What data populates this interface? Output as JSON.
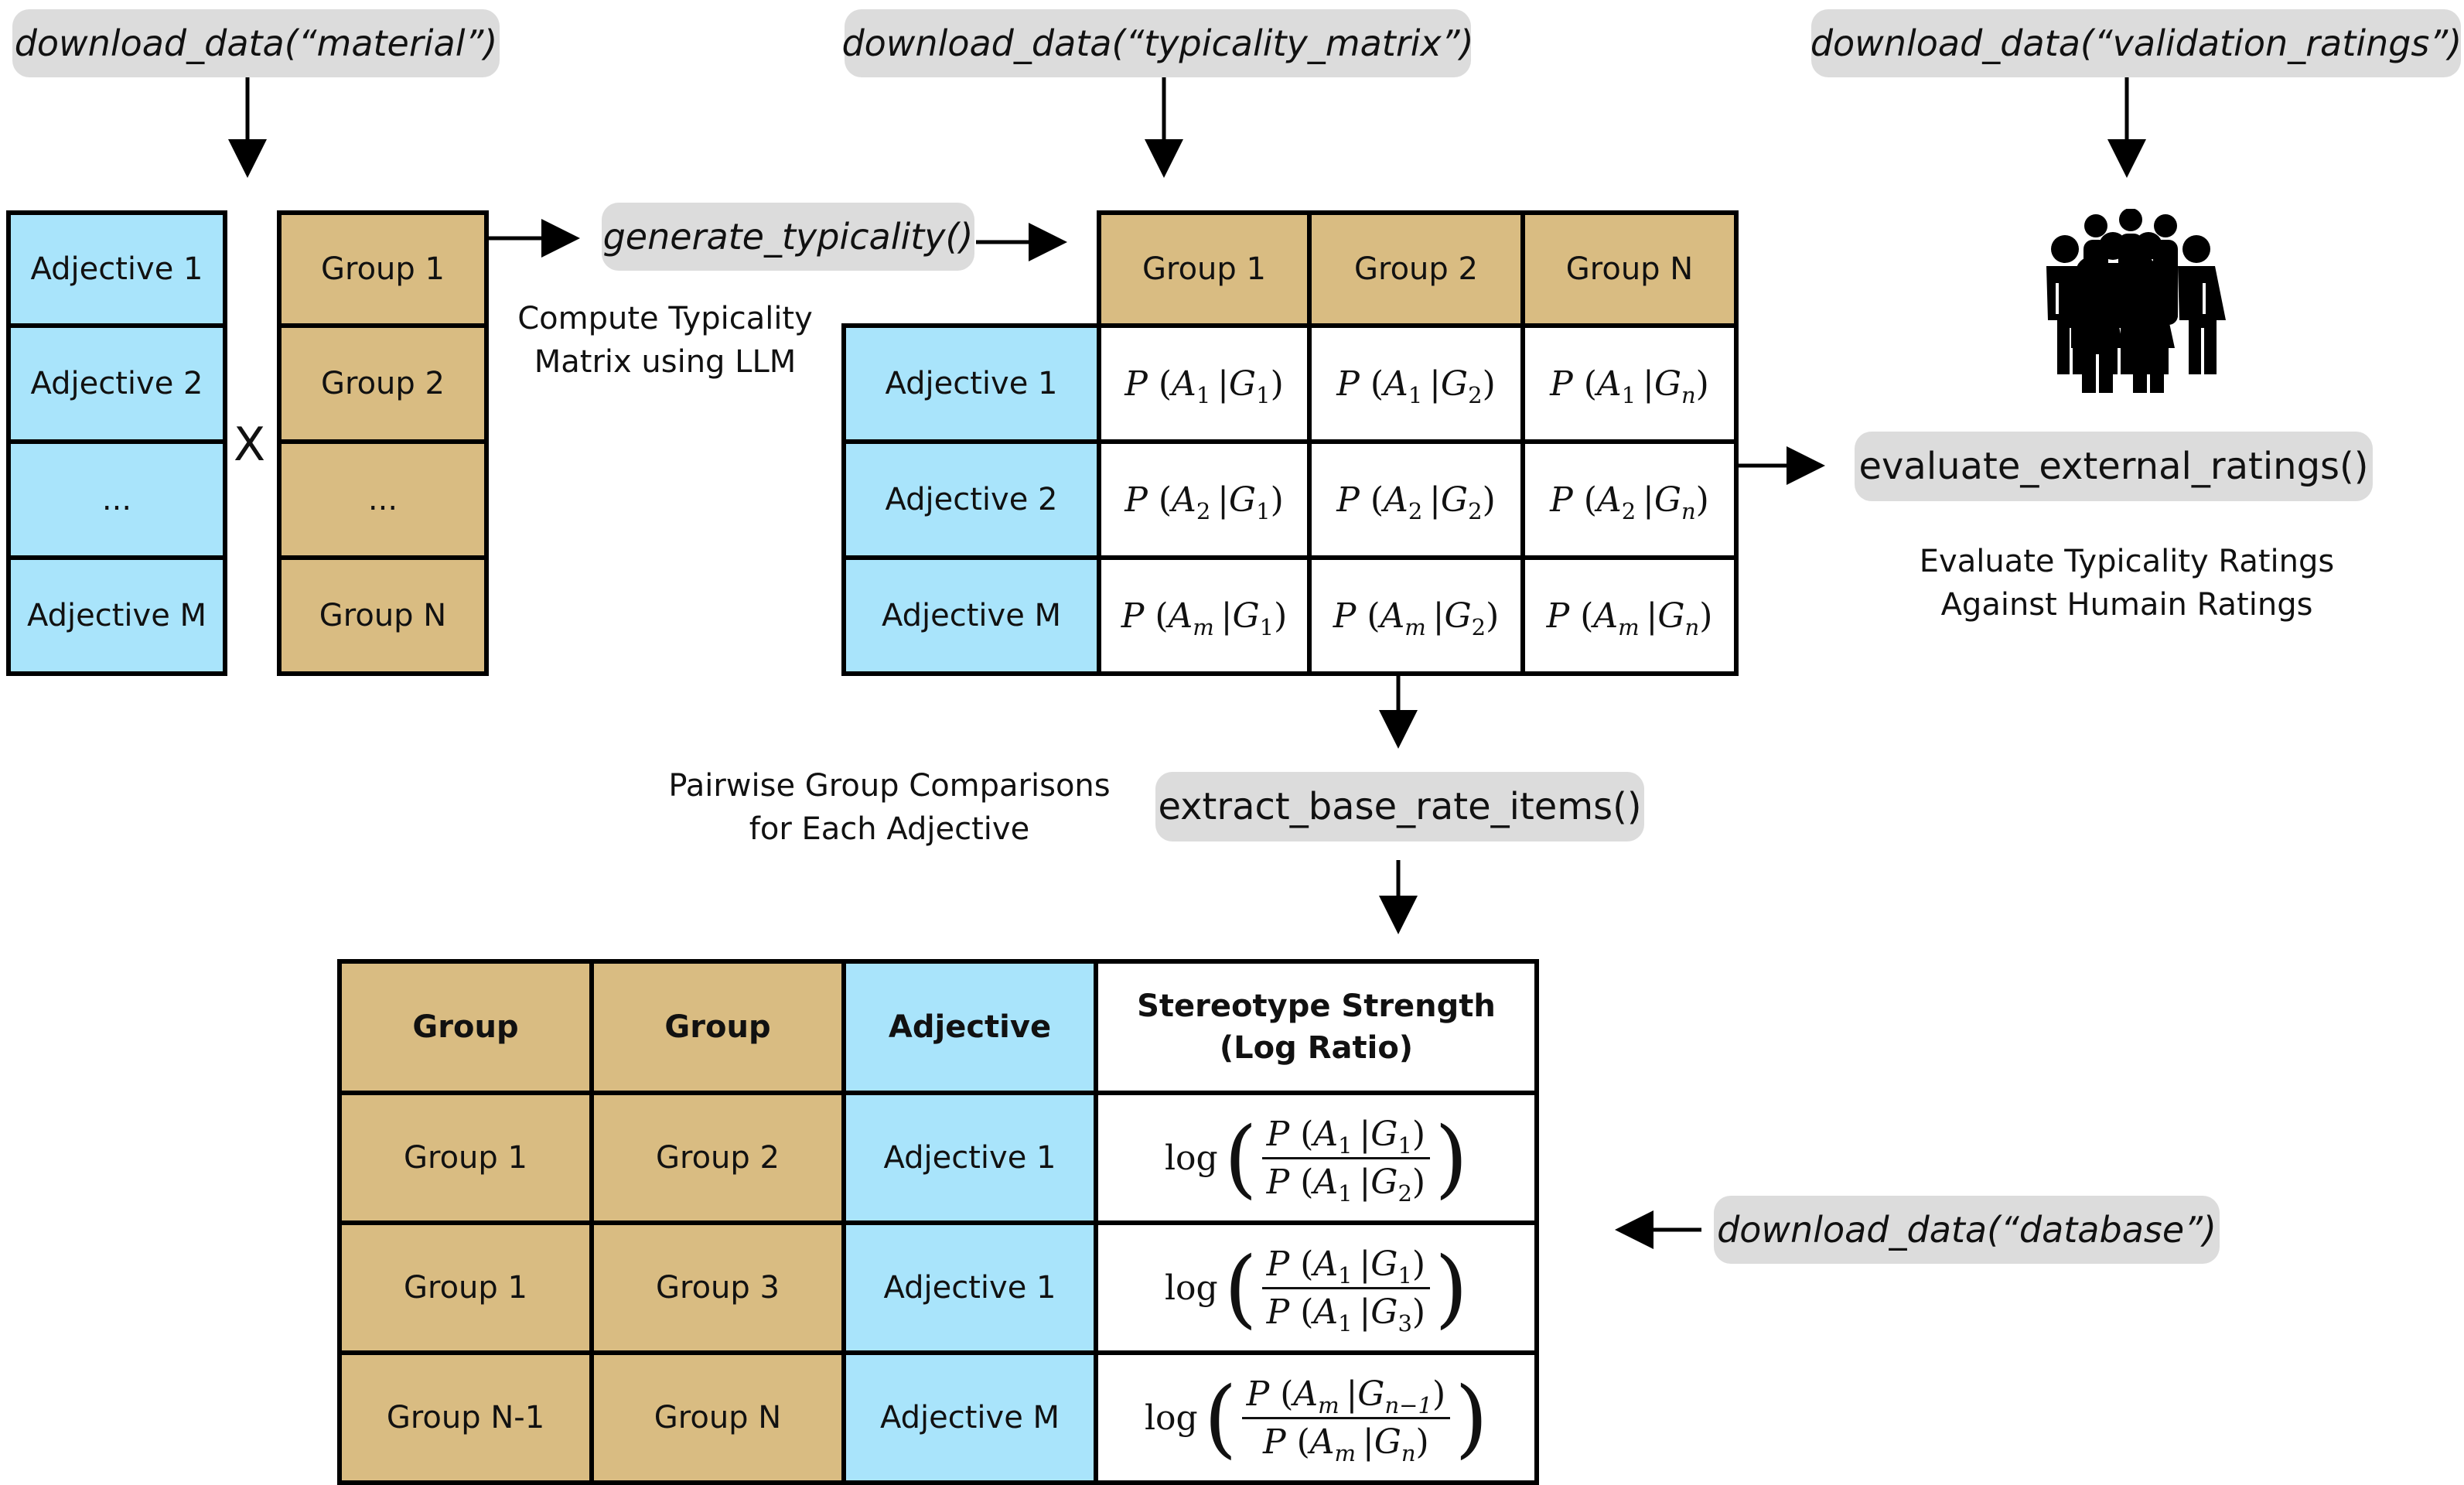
{
  "calls": {
    "material": "download_data(“material”)",
    "typicality_matrix": "download_data(“typicality_matrix”)",
    "validation_ratings": "download_data(“validation_ratings”)",
    "generate_typicality": "generate_typicality()",
    "evaluate_external_ratings": "evaluate_external_ratings()",
    "extract_base_rate_items": "extract_base_rate_items()",
    "database": "download_data(“database”)"
  },
  "notes": {
    "compute_line1": "Compute Typicality",
    "compute_line2": "Matrix using LLM",
    "evaluate_line1": "Evaluate Typicality Ratings",
    "evaluate_line2": "Against Humain Ratings",
    "pairwise_line1": "Pairwise Group Comparisons",
    "pairwise_line2": "for Each Adjective"
  },
  "times_symbol": "X",
  "adjective_list": [
    "Adjective 1",
    "Adjective 2",
    "...",
    "Adjective M"
  ],
  "group_list": [
    "Group 1",
    "Group 2",
    "...",
    "Group N"
  ],
  "matrix": {
    "columns": [
      "Group 1",
      "Group 2",
      "Group N"
    ],
    "rows": [
      {
        "label": "Adjective 1",
        "a": "1",
        "gs": [
          "1",
          "2",
          "n"
        ]
      },
      {
        "label": "Adjective 2",
        "a": "2",
        "gs": [
          "1",
          "2",
          "n"
        ]
      },
      {
        "label": "Adjective M",
        "a": "m",
        "gs": [
          "1",
          "2",
          "n"
        ]
      }
    ]
  },
  "table": {
    "headers": [
      "Group",
      "Group",
      "Adjective",
      "Stereotype Strength",
      "(Log Ratio)"
    ],
    "rows": [
      {
        "g1": "Group 1",
        "g2": "Group 2",
        "adj": "Adjective 1",
        "a": "1",
        "num": "1",
        "den": "2"
      },
      {
        "g1": "Group 1",
        "g2": "Group 3",
        "adj": "Adjective 1",
        "a": "1",
        "num": "1",
        "den": "3"
      },
      {
        "g1": "Group N-1",
        "g2": "Group N",
        "adj": "Adjective M",
        "a": "m",
        "num": "n−1",
        "den": "n"
      }
    ]
  },
  "colors": {
    "adjective_blue": "#a9e4fb",
    "group_tan": "#d9bc82",
    "pill_gray": "#dcdcdc"
  },
  "icons": [
    "people-group-icon"
  ]
}
